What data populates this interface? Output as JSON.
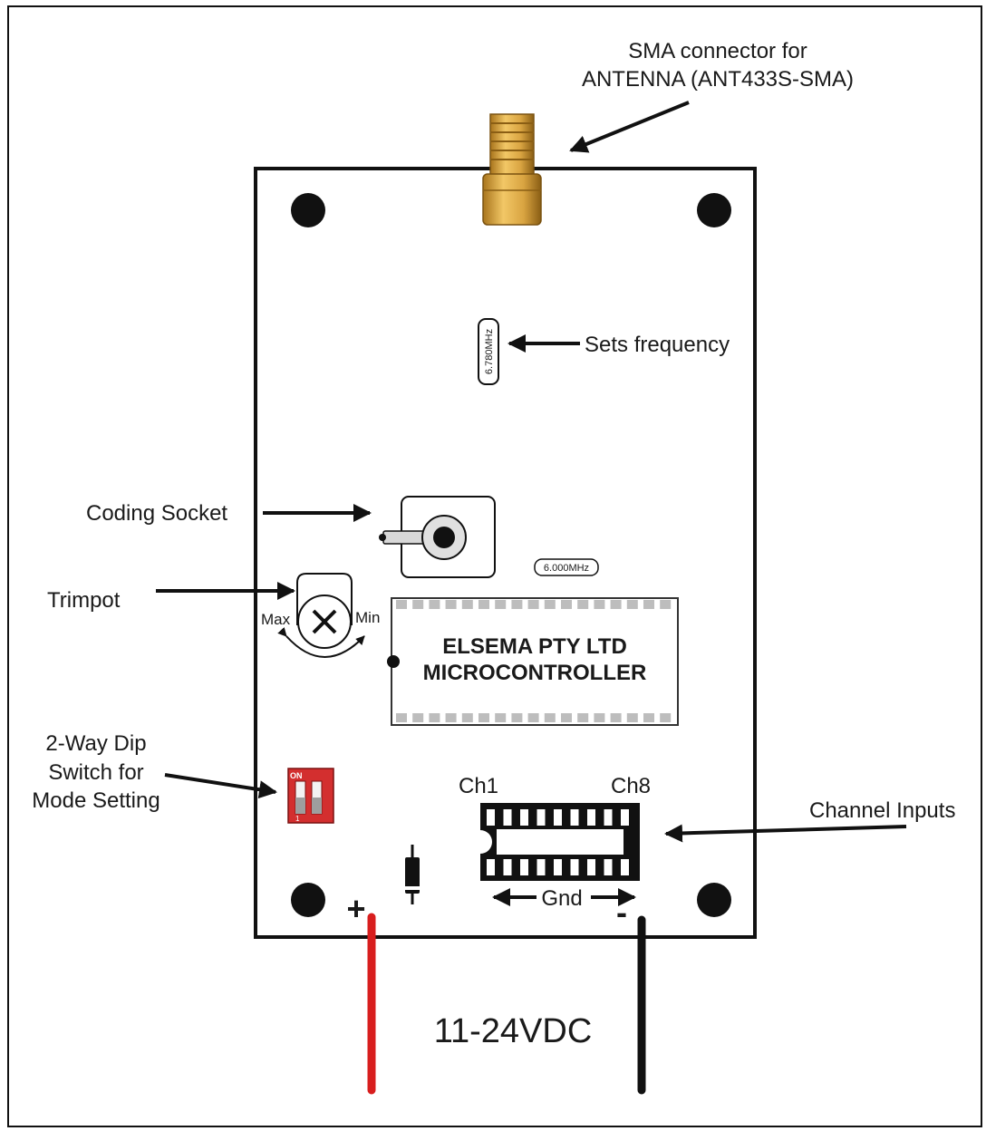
{
  "labels": {
    "antenna_line1": "SMA connector for",
    "antenna_line2": "ANTENNA (ANT433S-SMA)",
    "sets_frequency": "Sets frequency",
    "crystal_top": "6.780MHz",
    "coding_socket": "Coding Socket",
    "crystal_mid": "6.000MHz",
    "trimpot": "Trimpot",
    "max": "Max",
    "min": "Min",
    "ic_line1": "ELSEMA PTY LTD",
    "ic_line2": "MICROCONTROLLER",
    "dip_line1": "2-Way Dip",
    "dip_line2": "Switch for",
    "dip_line3": "Mode Setting",
    "dip_on": "ON",
    "dip_one": "1",
    "ch1": "Ch1",
    "ch8": "Ch8",
    "channel_inputs": "Channel Inputs",
    "gnd": "Gnd",
    "plus": "+",
    "minus": "-",
    "voltage": "11-24VDC"
  },
  "colors": {
    "board_outline": "#111111",
    "sma_gold": "#d9a441",
    "dip_red": "#d32f2f",
    "wire_red": "#d81e1e",
    "wire_black": "#111111",
    "ic_pin": "#bdbdbd"
  }
}
